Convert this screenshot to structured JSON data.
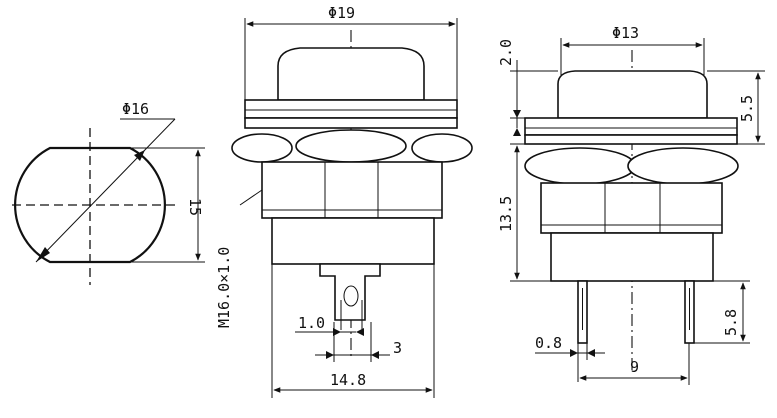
{
  "dimensions": {
    "panel_hole": {
      "diameter": "Φ16",
      "flat_height": "15"
    },
    "front_view": {
      "cap_diameter": "Φ19",
      "thread": "M16.0×1.0",
      "terminal_width": "1.0",
      "terminal_spacing": "3",
      "body_width": "14.8"
    },
    "side_view": {
      "button_diameter": "Φ13",
      "button_height": "2.0",
      "cap_to_nut": "5.5",
      "body_height": "13.5",
      "pin_length": "5.8",
      "pin_thickness": "0.8",
      "pin_pitch": "9"
    }
  }
}
